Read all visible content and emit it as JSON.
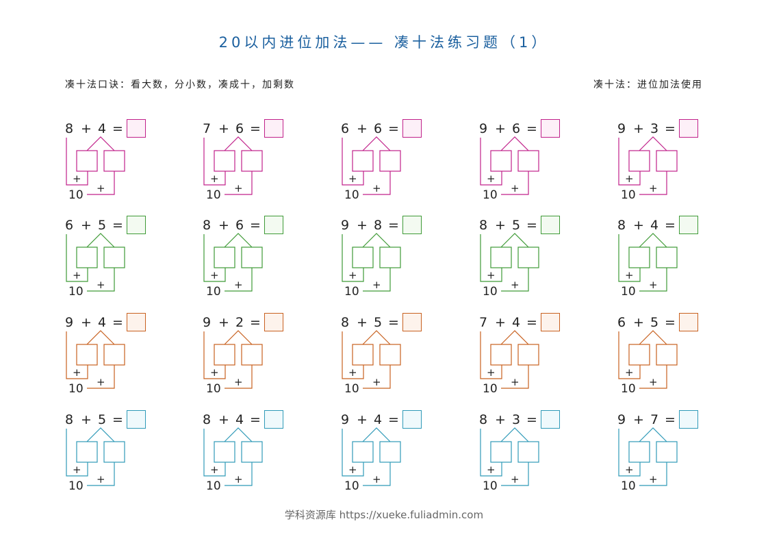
{
  "title": "20以内进位加法—— 凑十法练习题（1）",
  "tips": {
    "left": "凑十法口诀：看大数，分小数，凑成十，加剩数",
    "right": "凑十法：进位加法使用"
  },
  "labels": {
    "plus": "+",
    "equals": "=",
    "ten": "10"
  },
  "rows": [
    {
      "color": "#c0208a",
      "fill": "#fdf0f8",
      "problems": [
        [
          "8",
          "4"
        ],
        [
          "7",
          "6"
        ],
        [
          "6",
          "6"
        ],
        [
          "9",
          "6"
        ],
        [
          "9",
          "3"
        ]
      ]
    },
    {
      "color": "#3e9a36",
      "fill": "#f3faf1",
      "problems": [
        [
          "6",
          "5"
        ],
        [
          "8",
          "6"
        ],
        [
          "9",
          "8"
        ],
        [
          "8",
          "5"
        ],
        [
          "8",
          "4"
        ]
      ]
    },
    {
      "color": "#c8601f",
      "fill": "#fdf3ec",
      "problems": [
        [
          "9",
          "4"
        ],
        [
          "9",
          "2"
        ],
        [
          "8",
          "5"
        ],
        [
          "7",
          "4"
        ],
        [
          "6",
          "5"
        ]
      ]
    },
    {
      "color": "#2f9ab8",
      "fill": "#eff9fc",
      "problems": [
        [
          "8",
          "5"
        ],
        [
          "8",
          "4"
        ],
        [
          "9",
          "4"
        ],
        [
          "8",
          "3"
        ],
        [
          "9",
          "7"
        ]
      ]
    }
  ],
  "footer": "学科资源库 https://xueke.fuliadmin.com"
}
